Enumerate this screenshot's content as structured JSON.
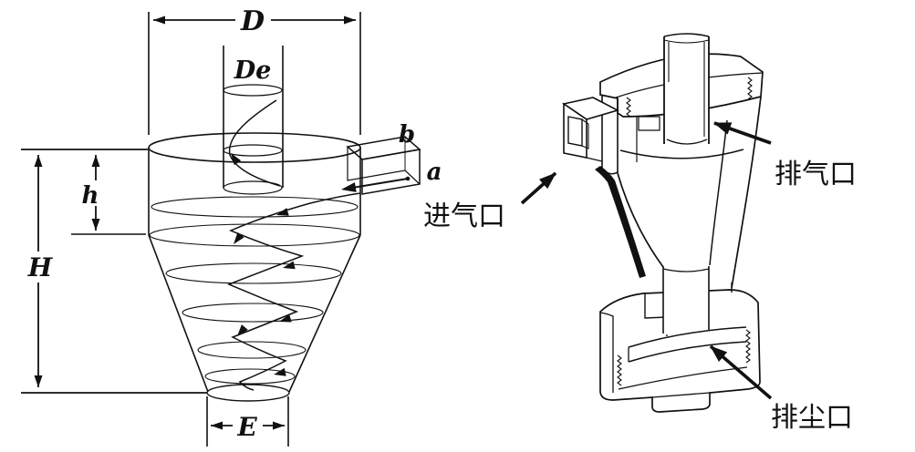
{
  "left_diagram": {
    "labels": {
      "D": "D",
      "De": "De",
      "b": "b",
      "a": "a",
      "h": "h",
      "H": "H",
      "E": "E"
    }
  },
  "right_diagram": {
    "labels": {
      "inlet": "进气口",
      "exhaust_outlet": "排气口",
      "dust_outlet": "排尘口"
    }
  }
}
